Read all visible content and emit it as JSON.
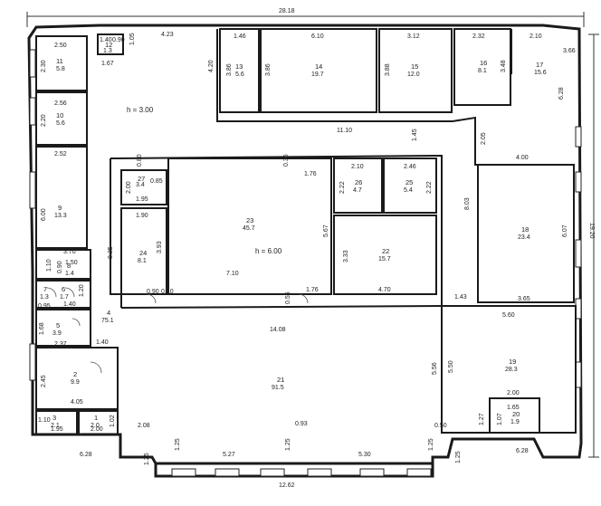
{
  "plan": {
    "dims": {
      "overall_width": "28.18",
      "overall_height": "19.20",
      "bottom_width": "12.62",
      "h_upper": "h = 3.00",
      "h_hall": "h = 6.00",
      "d_4_23": "4.23",
      "d_1_05": "1.05",
      "d_1_67": "1.67",
      "d_4_20": "4.20",
      "d_11_10": "11.10",
      "d_2_10_top": "2.10",
      "d_6_28_right": "6.28",
      "d_2_05": "2.05",
      "d_4_00": "4.00",
      "d_1_45": "1.45",
      "d_8_03": "8.03",
      "d_6_07": "6.07",
      "d_3_65": "3.65",
      "d_1_43": "1.43",
      "d_5_60": "5.60",
      "d_5_56": "5.56",
      "d_5_50": "5.50",
      "d_14_08": "14.08",
      "d_8_25": "8.25",
      "d_2_45": "2.45",
      "d_4_05": "4.05",
      "d_1_40_a": "1.40",
      "d_2_37": "2.37",
      "d_1_40_b": "1.40",
      "d_0_95": "0.95",
      "d_1_68": "1.68",
      "d_6_28_bottom": "6.28",
      "d_1_25_a": "1.25",
      "d_1_25_b": "1.25",
      "d_1_25_c": "1.25",
      "d_1_25_d": "1.25",
      "d_1_25_e": "1.25",
      "d_5_27": "5.27",
      "d_5_30": "5.30",
      "d_0_93": "0.93",
      "d_2_08": "2.08",
      "d_0_50": "0.50",
      "d_0_90": "0.90",
      "d_0_10": "0.10",
      "d_0_55": "0.55",
      "d_1_76_a": "1.76",
      "d_1_76_b": "1.76",
      "d_7_10": "7.10",
      "d_5_67": "5.67",
      "d_0_36": "0.36",
      "d_4_70": "4.70",
      "d_3_33": "3.33",
      "d_2_22_a": "2.22",
      "d_2_22_b": "2.22",
      "d_2_10_mid": "2.10",
      "d_2_46": "2.46",
      "d_1_95": "1.95",
      "d_2_00_a": "2.00",
      "d_0_85": "0.85",
      "d_1_90": "1.90",
      "d_3_93": "3.93",
      "d_0_80": "0.80",
      "d_3_70": "3.70",
      "d_1_10_a": "1.10",
      "d_1_50": "1.50",
      "d_0_90_b": "0.90",
      "d_1_20": "1.20",
      "d_1_10_b": "1.10",
      "d_1_02": "1.02",
      "d_1_95_b": "1.95",
      "d_2_00_b": "2.00",
      "d_1_27": "1.27",
      "d_1_07": "1.07",
      "d_1_65": "1.65",
      "d_2_00_c": "2.00",
      "d_6_28_c": "6.28",
      "d_2_50": "2.50",
      "d_2_30": "2.30",
      "d_2_56": "2.56",
      "d_2_20": "2.20",
      "d_2_52": "2.52",
      "d_6_00": "6.00",
      "d_1_40_c": "1.40",
      "d_0_90_c": "0.90",
      "d_1_46": "1.46",
      "d_3_86": "3.86",
      "d_6_10": "6.10",
      "d_3_86_b": "3.86",
      "d_3_12": "3.12",
      "d_3_88": "3.88",
      "d_2_32": "2.32",
      "d_3_48": "3.48",
      "d_3_66": "3.66"
    },
    "rooms": [
      {
        "no": "1",
        "area": "2.0"
      },
      {
        "no": "2",
        "area": "9.9"
      },
      {
        "no": "3",
        "area": "2.1"
      },
      {
        "no": "4",
        "area": "75.1"
      },
      {
        "no": "5",
        "area": "3.9"
      },
      {
        "no": "6",
        "area": "1.7"
      },
      {
        "no": "7",
        "area": "1.3"
      },
      {
        "no": "8",
        "area": "1.4"
      },
      {
        "no": "9",
        "area": "13.3"
      },
      {
        "no": "10",
        "area": "5.6"
      },
      {
        "no": "11",
        "area": "5.8"
      },
      {
        "no": "12",
        "area": "1.3"
      },
      {
        "no": "13",
        "area": "5.6"
      },
      {
        "no": "14",
        "area": "19.7"
      },
      {
        "no": "15",
        "area": "12.0"
      },
      {
        "no": "16",
        "area": "8.1"
      },
      {
        "no": "17",
        "area": "15.6"
      },
      {
        "no": "18",
        "area": "23.4"
      },
      {
        "no": "19",
        "area": "28.3"
      },
      {
        "no": "20",
        "area": "1.9"
      },
      {
        "no": "21",
        "area": "91.5"
      },
      {
        "no": "22",
        "area": "15.7"
      },
      {
        "no": "23",
        "area": "45.7"
      },
      {
        "no": "24",
        "area": "8.1"
      },
      {
        "no": "25",
        "area": "5.4"
      },
      {
        "no": "26",
        "area": "4.7"
      },
      {
        "no": "27",
        "area": "3.4"
      }
    ]
  }
}
